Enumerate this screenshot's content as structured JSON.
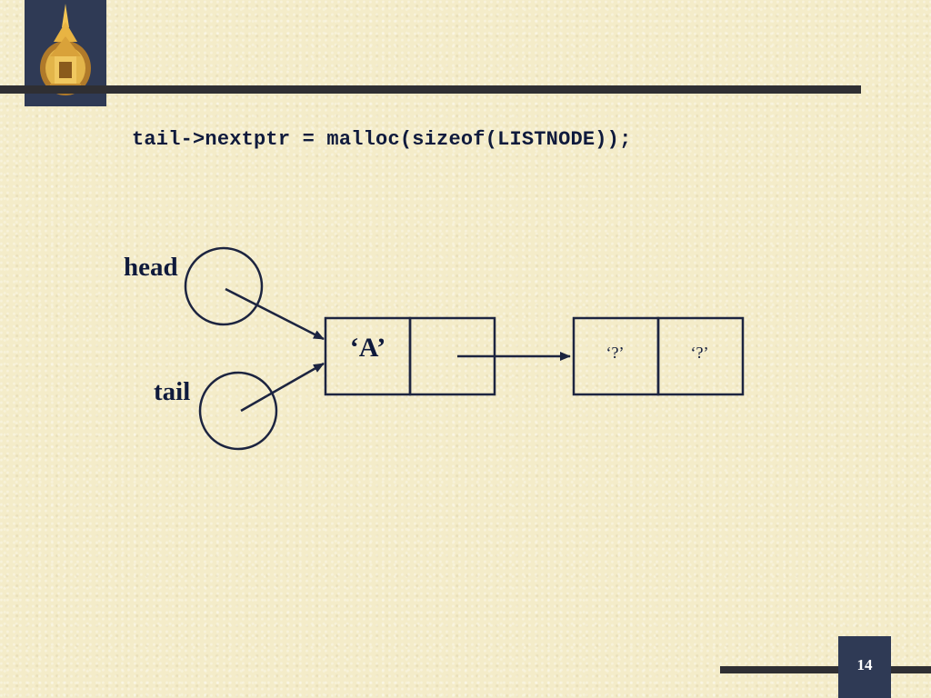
{
  "slide": {
    "code": "tail->nextptr = malloc(sizeof(LISTNODE));",
    "page_number": "14"
  },
  "diagram": {
    "pointers": [
      {
        "label": "head"
      },
      {
        "label": "tail"
      }
    ],
    "nodes": [
      {
        "data": "‘A’",
        "next": ""
      },
      {
        "data": "‘?’",
        "next": "‘?’"
      }
    ]
  },
  "colors": {
    "background": "#f4ecc9",
    "accent_bar": "#2f2f33",
    "logo_box": "#2f3a55",
    "ink": "#0f1a3c"
  }
}
